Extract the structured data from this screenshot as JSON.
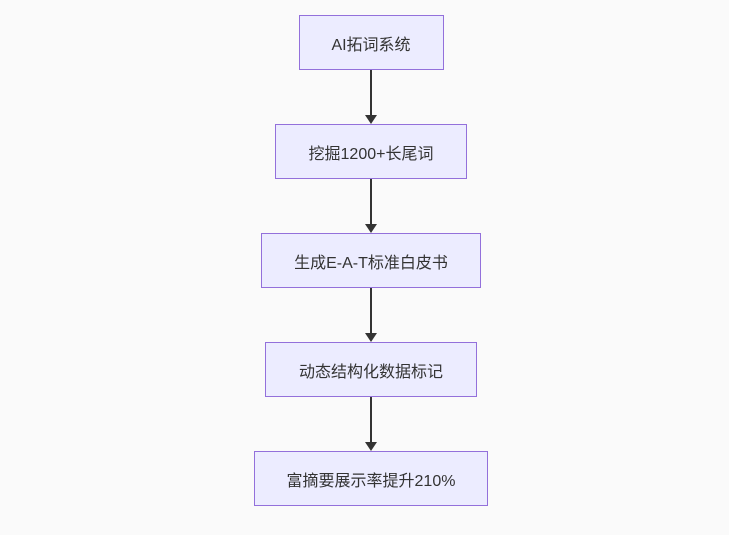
{
  "diagram": {
    "type": "flowchart",
    "direction": "top-down",
    "nodes": [
      {
        "id": "node-1",
        "label": "AI拓词系统"
      },
      {
        "id": "node-2",
        "label": "挖掘1200+长尾词"
      },
      {
        "id": "node-3",
        "label": "生成E-A-T标准白皮书"
      },
      {
        "id": "node-4",
        "label": "动态结构化数据标记"
      },
      {
        "id": "node-5",
        "label": "富摘要展示率提升210%"
      }
    ],
    "edges": [
      {
        "from": "node-1",
        "to": "node-2"
      },
      {
        "from": "node-2",
        "to": "node-3"
      },
      {
        "from": "node-3",
        "to": "node-4"
      },
      {
        "from": "node-4",
        "to": "node-5"
      }
    ]
  },
  "colors": {
    "page_bg": "#fafafa",
    "node_fill": "#ECECFF",
    "node_border": "#9370DB",
    "arrow_color": "#333333",
    "text_color": "#333333"
  }
}
